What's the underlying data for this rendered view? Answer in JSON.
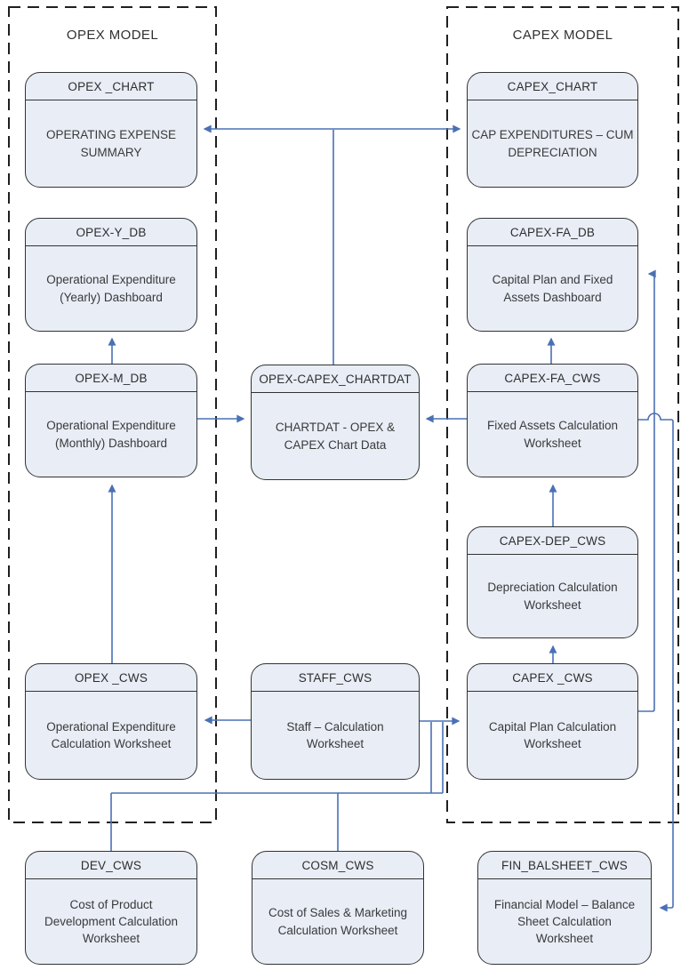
{
  "diagram": {
    "groups": {
      "opex": {
        "title": "OPEX MODEL"
      },
      "capex": {
        "title": "CAPEX MODEL"
      }
    },
    "nodes": {
      "opex_chart": {
        "id": "OPEX _CHART",
        "label": "OPERATING EXPENSE\nSUMMARY"
      },
      "opex_y_db": {
        "id": "OPEX-Y_DB",
        "label": "Operational Expenditure\n(Yearly) Dashboard"
      },
      "opex_m_db": {
        "id": "OPEX-M_DB",
        "label": "Operational Expenditure\n(Monthly) Dashboard"
      },
      "opex_cws": {
        "id": "OPEX _CWS",
        "label": "Operational Expenditure\nCalculation Worksheet"
      },
      "chartdat": {
        "id": "OPEX-CAPEX_CHARTDAT",
        "label": "CHARTDAT - OPEX &\nCAPEX Chart Data"
      },
      "staff_cws": {
        "id": "STAFF_CWS",
        "label": "Staff – Calculation\nWorksheet"
      },
      "capex_chart": {
        "id": "CAPEX_CHART",
        "label": "CAP EXPENDITURES – CUM\nDEPRECIATION"
      },
      "capex_fa_db": {
        "id": "CAPEX-FA_DB",
        "label": "Capital Plan and Fixed\nAssets Dashboard"
      },
      "capex_fa_cws": {
        "id": "CAPEX-FA_CWS",
        "label": "Fixed Assets Calculation\nWorksheet"
      },
      "capex_dep_cws": {
        "id": "CAPEX-DEP_CWS",
        "label": "Depreciation Calculation\nWorksheet"
      },
      "capex_cws": {
        "id": "CAPEX _CWS",
        "label": "Capital Plan Calculation\nWorksheet"
      },
      "dev_cws": {
        "id": "DEV_CWS",
        "label": "Cost of Product\nDevelopment Calculation\nWorksheet"
      },
      "cosm_cws": {
        "id": "COSM_CWS",
        "label": "Cost of Sales & Marketing\nCalculation Worksheet"
      },
      "fin_balsheet_cws": {
        "id": "FIN_BALSHEET_CWS",
        "label": "Financial Model – Balance\nSheet Calculation\nWorksheet"
      }
    },
    "connections": [
      {
        "from": "chartdat",
        "to": "opex_chart",
        "arrow": "into-opex_chart-and-capex_chart"
      },
      {
        "from": "chartdat",
        "to": "capex_chart",
        "arrow": "double-headed-horizontal"
      },
      {
        "from": "opex_m_db",
        "to": "chartdat",
        "arrow": "right"
      },
      {
        "from": "capex_fa_cws",
        "to": "chartdat",
        "arrow": "left"
      },
      {
        "from": "opex_m_db",
        "to": "opex_y_db",
        "arrow": "up"
      },
      {
        "from": "opex_cws",
        "to": "opex_m_db",
        "arrow": "up"
      },
      {
        "from": "capex_fa_cws",
        "to": "capex_fa_db",
        "arrow": "up"
      },
      {
        "from": "capex_dep_cws",
        "to": "capex_fa_cws",
        "arrow": "up"
      },
      {
        "from": "capex_cws",
        "to": "capex_dep_cws",
        "arrow": "up"
      },
      {
        "from": "staff_cws",
        "to": "opex_cws",
        "arrow": "left"
      },
      {
        "from": "staff_cws",
        "to": "capex_cws",
        "arrow": "right"
      },
      {
        "from": "dev_cws",
        "to": "capex_cws",
        "arrow": "merges-into-staff-line"
      },
      {
        "from": "cosm_cws",
        "to": "capex_cws",
        "arrow": "merges-into-staff-line"
      },
      {
        "from": "capex_cws",
        "to": "capex_fa_db",
        "arrow": "left-into-right-edge"
      },
      {
        "from": "capex_fa_cws",
        "to": "fin_balsheet_cws",
        "arrow": "left-into-right-edge-with-line-hop"
      }
    ],
    "colors": {
      "connector": "#4a70b4",
      "node_fill": "#e8edf6",
      "node_border": "#333333",
      "text": "#3b3b3b"
    }
  }
}
